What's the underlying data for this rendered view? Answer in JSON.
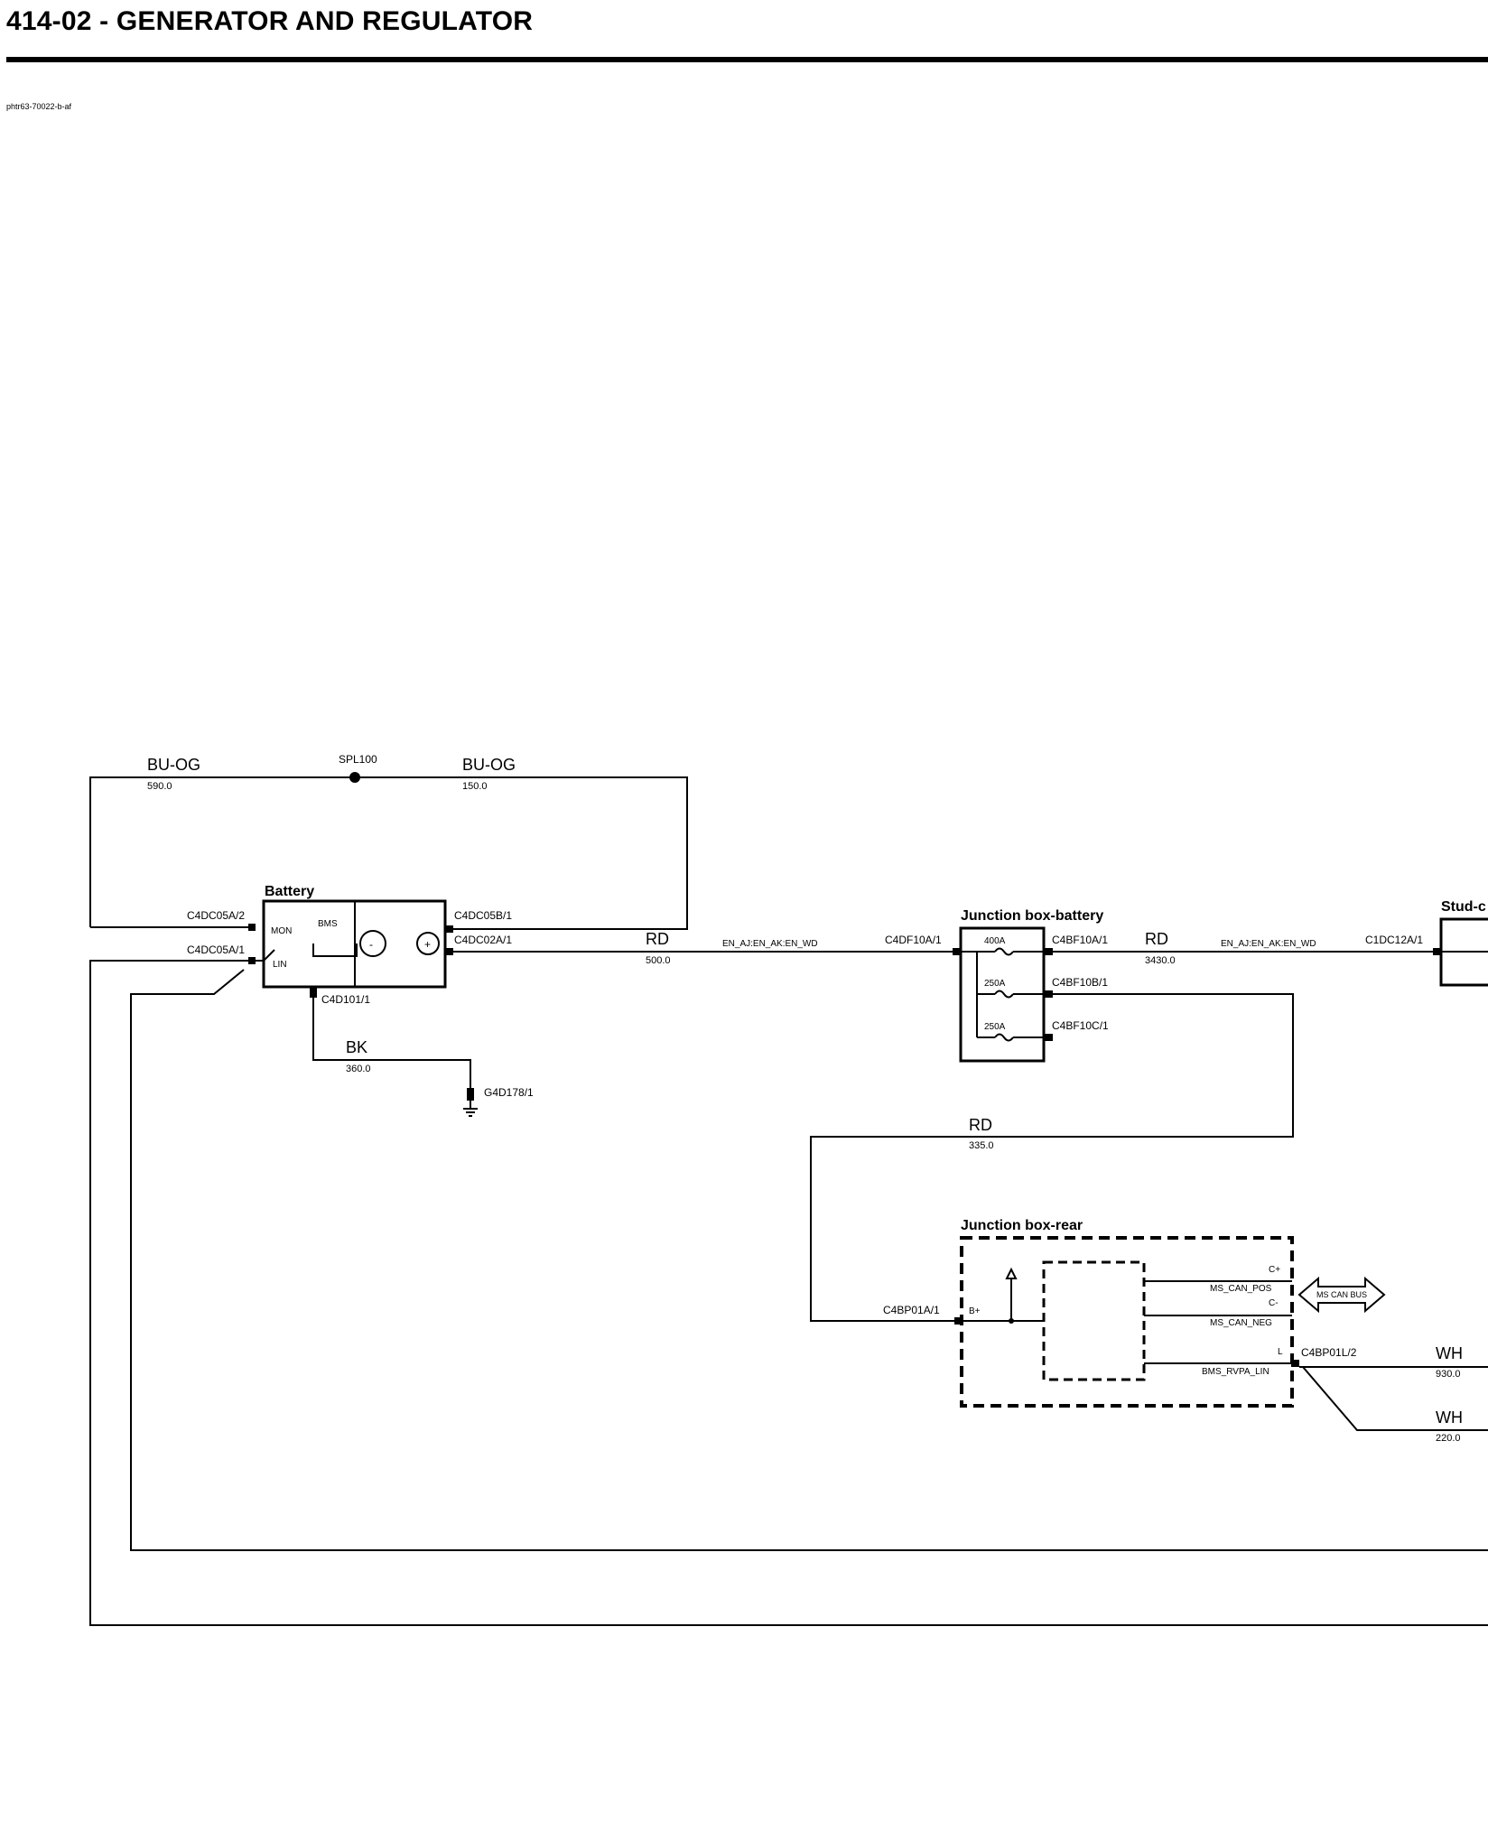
{
  "page": {
    "title": "414-02 - GENERATOR AND REGULATOR",
    "diagram_ref": "phtr63-70022-b-af"
  },
  "wires": {
    "bu_og_left": {
      "color": "BU-OG",
      "length": "590.0"
    },
    "bu_og_right": {
      "color": "BU-OG",
      "length": "150.0"
    },
    "rd_battery": {
      "color": "RD",
      "length": "500.0"
    },
    "rd_main": {
      "color": "RD",
      "length": "3430.0"
    },
    "bk_ground": {
      "color": "BK",
      "length": "360.0"
    },
    "rd_rear": {
      "color": "RD",
      "length": "335.0"
    },
    "wh_upper": {
      "color": "WH",
      "length": "930.0"
    },
    "wh_lower": {
      "color": "WH",
      "length": "220.0"
    }
  },
  "splice": {
    "label": "SPL100"
  },
  "harness": {
    "left": "EN_AJ:EN_AK:EN_WD",
    "right": "EN_AJ:EN_AK:EN_WD"
  },
  "battery": {
    "title": "Battery",
    "pin_mon": "MON",
    "pin_lin": "LIN",
    "bms": "BMS",
    "minus": "-",
    "plus": "+"
  },
  "connectors": {
    "c4dc05a_2": "C4DC05A/2",
    "c4dc05a_1": "C4DC05A/1",
    "c4dc05b_1": "C4DC05B/1",
    "c4dc02a_1": "C4DC02A/1",
    "c4d101_1": "C4D101/1",
    "g4d178_1": "G4D178/1",
    "c4df10a_1": "C4DF10A/1",
    "c4bf10a_1": "C4BF10A/1",
    "c4bf10b_1": "C4BF10B/1",
    "c4bf10c_1": "C4BF10C/1",
    "c1dc12a_1": "C1DC12A/1",
    "c4bp01a_1": "C4BP01A/1",
    "c4bp01l_2": "C4BP01L/2"
  },
  "junction_battery": {
    "title": "Junction box-battery",
    "fuses": [
      "400A",
      "250A",
      "250A"
    ]
  },
  "stud": {
    "title": "Stud-c"
  },
  "junction_rear": {
    "title": "Junction box-rear",
    "pin_bplus": "B+",
    "c_plus": "C+",
    "ms_can_pos": "MS_CAN_POS",
    "c_minus": "C-",
    "ms_can_neg": "MS_CAN_NEG",
    "l": "L",
    "bms_rvpa_lin": "BMS_RVPA_LIN",
    "can_bus": "MS CAN BUS"
  },
  "colors": {
    "ink": "#000000",
    "paper": "#ffffff"
  }
}
